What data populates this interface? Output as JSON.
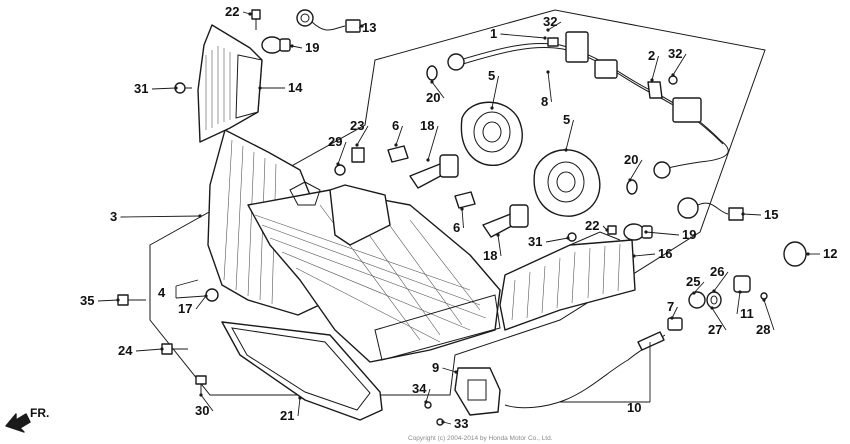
{
  "diagram": {
    "callouts": [
      {
        "id": "c22a",
        "label": "22"
      },
      {
        "id": "c13",
        "label": "13"
      },
      {
        "id": "c19a",
        "label": "19"
      },
      {
        "id": "c31a",
        "label": "31"
      },
      {
        "id": "c14",
        "label": "14"
      },
      {
        "id": "c1",
        "label": "1"
      },
      {
        "id": "c32a",
        "label": "32"
      },
      {
        "id": "c2",
        "label": "2"
      },
      {
        "id": "c32b",
        "label": "32"
      },
      {
        "id": "c20a",
        "label": "20"
      },
      {
        "id": "c5a",
        "label": "5"
      },
      {
        "id": "c8",
        "label": "8"
      },
      {
        "id": "c5b",
        "label": "5"
      },
      {
        "id": "c6a",
        "label": "6"
      },
      {
        "id": "c18a",
        "label": "18"
      },
      {
        "id": "c23",
        "label": "23"
      },
      {
        "id": "c29",
        "label": "29"
      },
      {
        "id": "c20b",
        "label": "20"
      },
      {
        "id": "c3",
        "label": "3"
      },
      {
        "id": "c15",
        "label": "15"
      },
      {
        "id": "c6b",
        "label": "6"
      },
      {
        "id": "c22b",
        "label": "22"
      },
      {
        "id": "c31b",
        "label": "31"
      },
      {
        "id": "c19b",
        "label": "19"
      },
      {
        "id": "c18b",
        "label": "18"
      },
      {
        "id": "c16",
        "label": "16"
      },
      {
        "id": "c12",
        "label": "12"
      },
      {
        "id": "c4",
        "label": "4"
      },
      {
        "id": "c17",
        "label": "17"
      },
      {
        "id": "c35",
        "label": "35"
      },
      {
        "id": "c25",
        "label": "25"
      },
      {
        "id": "c26",
        "label": "26"
      },
      {
        "id": "c7",
        "label": "7"
      },
      {
        "id": "c11",
        "label": "11"
      },
      {
        "id": "c27",
        "label": "27"
      },
      {
        "id": "c28",
        "label": "28"
      },
      {
        "id": "c24",
        "label": "24"
      },
      {
        "id": "c9",
        "label": "9"
      },
      {
        "id": "c34",
        "label": "34"
      },
      {
        "id": "c30",
        "label": "30"
      },
      {
        "id": "c21",
        "label": "21"
      },
      {
        "id": "c10",
        "label": "10"
      },
      {
        "id": "c33",
        "label": "33"
      }
    ],
    "direction_label": "FR.",
    "copyright": "Copyright (c) 2004-2014 by Honda Motor Co., Ltd."
  }
}
